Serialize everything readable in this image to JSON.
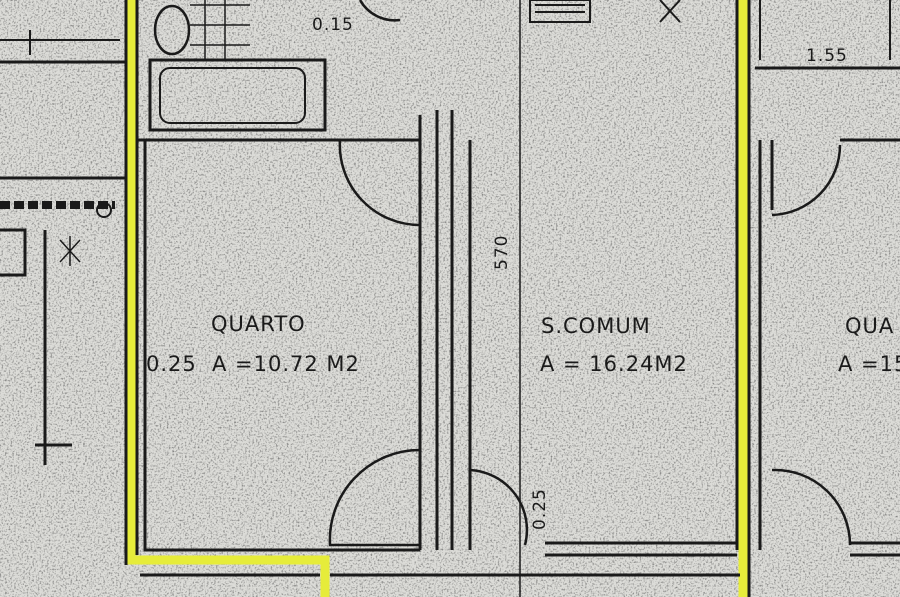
{
  "rooms": [
    {
      "name": "QUARTO",
      "area": "A =10.72 M2"
    },
    {
      "name": "S.COMUM",
      "area": "A = 16.24M2"
    },
    {
      "name": "QUA",
      "area": "A =15"
    }
  ],
  "dimensions": {
    "top_wall": "0.15",
    "top_right": "1.55",
    "left_wall": "0.25",
    "corridor_length": "570",
    "corridor_width": "0.25"
  },
  "colors": {
    "highlight": "#e6ec3a",
    "wall": "#1a1a1a",
    "paper": "#dcdcd8"
  }
}
